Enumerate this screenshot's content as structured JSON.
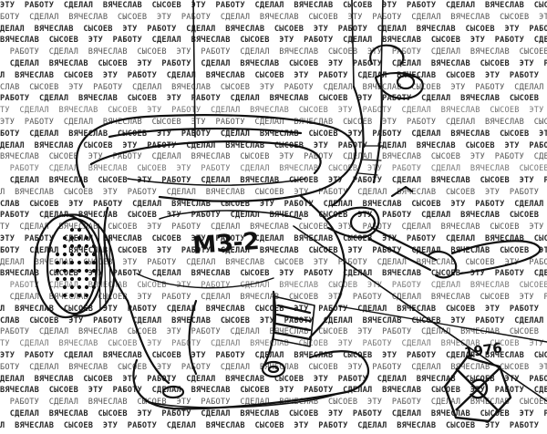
{
  "artwork": {
    "typed_phrase": "ЭТУ  РАБОТУ  СДЕЛАЛ  ВЯЧЕСЛАВ  СЫСОЕВ  ",
    "model_label": "МЗ-2",
    "year": "1976"
  }
}
